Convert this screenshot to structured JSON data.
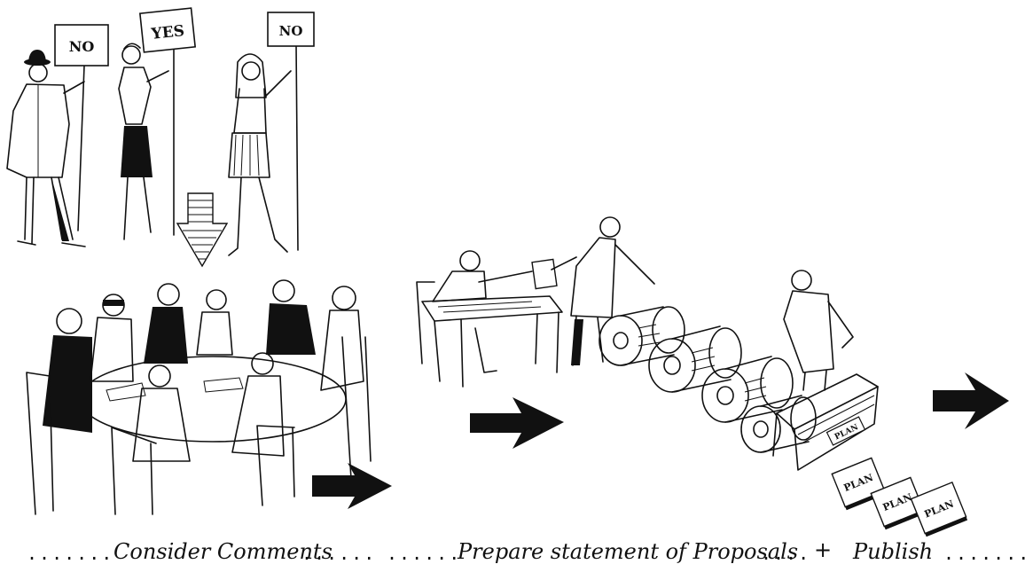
{
  "signs": {
    "left": "NO",
    "middle": "YES",
    "right": "NO"
  },
  "documents": {
    "tray": "PLAN",
    "book_1": "PLAN",
    "book_2": "PLAN",
    "book_3": "PLAN"
  },
  "captions": {
    "consider": "Consider Comments",
    "prepare": "Prepare statement of Proposals",
    "publish": "Publish"
  },
  "separators": {
    "start": ".......",
    "after_consider": "......",
    "before_prepare": "......",
    "after_prepare": "....",
    "plus": "+",
    "end": "......."
  }
}
